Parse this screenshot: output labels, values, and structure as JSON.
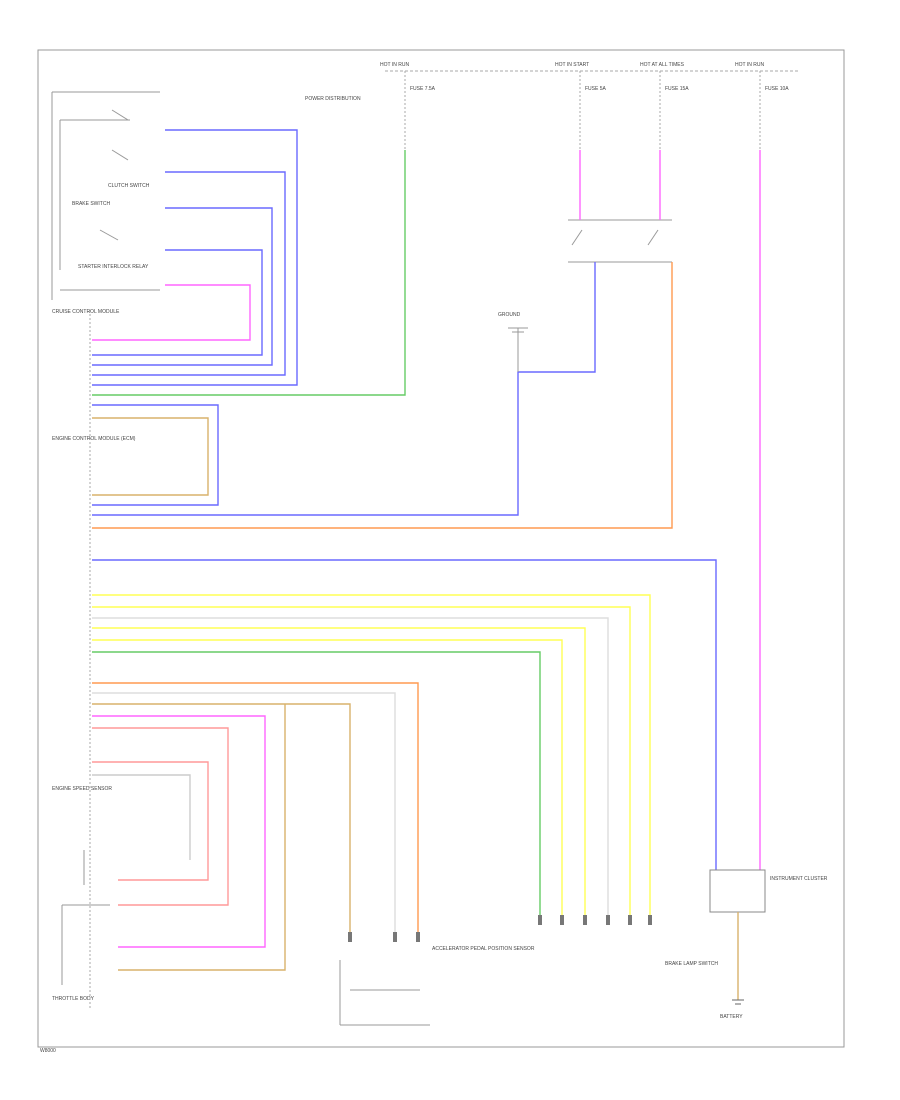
{
  "title_text": "",
  "fuses": [
    {
      "label": "HOT IN RUN",
      "amps": "FUSE 7.5A"
    },
    {
      "label": "HOT IN START",
      "amps": "FUSE 5A"
    },
    {
      "label": "HOT AT ALL TIMES",
      "amps": "FUSE 15A"
    },
    {
      "label": "HOT IN RUN",
      "amps": "FUSE 10A"
    }
  ],
  "fuse_note": "POWER DISTRIBUTION",
  "components": {
    "brake_switch": "BRAKE SWITCH",
    "clutch_switch": "CLUTCH SWITCH",
    "cruise_module": "CRUISE CONTROL MODULE",
    "ecm": "ENGINE CONTROL MODULE (ECM)",
    "starter_relay": "STARTER INTERLOCK RELAY",
    "instrument_cluster": "INSTRUMENT CLUSTER",
    "throttle_body": "THROTTLE BODY",
    "pedal_sensor": "ACCELERATOR PEDAL POSITION SENSOR",
    "brake_lamp": "BRAKE LAMP SWITCH",
    "engine_sensor": "ENGINE SPEED SENSOR",
    "ground": "GROUND",
    "battery": "BATTERY"
  },
  "wire_colors": {
    "pink": "#ff66ff",
    "blue": "#6a6aff",
    "green": "#66cc66",
    "orange": "#ff9a50",
    "tan": "#d9b26b",
    "yellow": "#ffff55",
    "gray": "#aaaaaa",
    "frame": "#888888"
  },
  "footer": "W8000"
}
